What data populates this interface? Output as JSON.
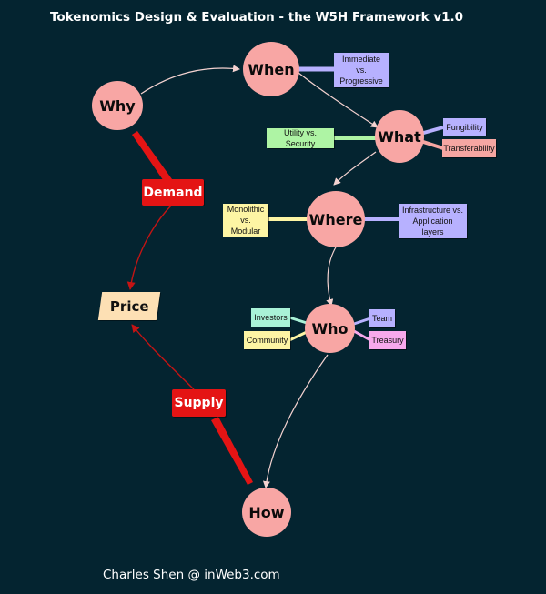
{
  "title": "Tokenomics Design & Evaluation - the W5H Framework v1.0",
  "credit": "Charles Shen @ inWeb3.com",
  "nodes": {
    "why": "Why",
    "when": "When",
    "what": "What",
    "where": "Where",
    "who": "Who",
    "how": "How"
  },
  "price": "Price",
  "demand": "Demand",
  "supply": "Supply",
  "notes": {
    "when_note": "Immediate vs. Progressive",
    "what_fungibility": "Fungibility",
    "what_transferability": "Transferability",
    "what_utility": "Utility vs. Security",
    "where_monolithic": "Monolithic vs. Modular",
    "where_infra": "Infrastructure vs. Application layers",
    "who_investors": "Investors",
    "who_community": "Community",
    "who_team": "Team",
    "who_treasury": "Treasury"
  },
  "colors": {
    "background": "#042430",
    "circle": "#f8a6a4",
    "price_box": "#fde0b4",
    "red": "#e41414",
    "lavender": "#b7b1ff",
    "salmon": "#f6a6a2",
    "green": "#aef4a4",
    "yellow": "#fdf5a4",
    "mint": "#a9f2d7",
    "pink": "#f7a9ec"
  }
}
